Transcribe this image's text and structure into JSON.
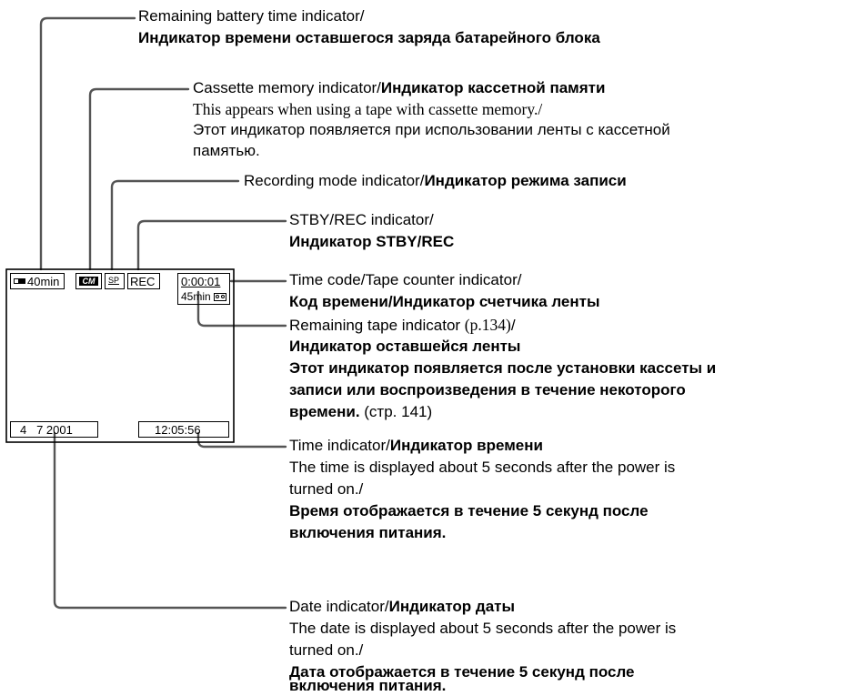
{
  "screen": {
    "battery": "40min",
    "cassette_memory": "CM",
    "mode": "SP",
    "rec": "REC",
    "time_code": "0:00:01",
    "remaining_tape": "45min",
    "date": "4   7 2001",
    "time": "12:05:56"
  },
  "callouts": {
    "battery": {
      "en": "Remaining battery time indicator/",
      "ru": "Индикатор времени оставшегося заряда батарейного блока"
    },
    "cassette_memory": {
      "en": "Cassette memory indicator/",
      "ru": "Индикатор кассетной памяти",
      "note_en": "This appears when using a tape with cassette memory./",
      "note_ru_1": "Этот индикатор появляется при использовании ленты с кассетной",
      "note_ru_2": "памятью."
    },
    "recording_mode": {
      "en": "Recording mode indicator/",
      "ru": "Индикатор режима записи"
    },
    "stby_rec": {
      "en": "STBY/REC indicator/",
      "ru": "Индикатор STBY/REC"
    },
    "time_code": {
      "en": "Time code/Tape counter indicator/",
      "ru": "Код времени/Индикатор счетчика ленты"
    },
    "remaining_tape": {
      "en": "Remaining tape indicator ",
      "en_ref": "(p.134)",
      "en_slash": "/",
      "ru": "Индикатор оставшейся ленты",
      "note_ru_1": "Этот индикатор появляется после установки кассеты и",
      "note_ru_2": "записи или воспроизведения в течение некоторого",
      "note_ru_3": "времени.",
      "note_ru_ref": " (стр. 141)"
    },
    "time": {
      "en": "Time indicator/",
      "ru": "Индикатор времени",
      "note_en_1": "The time is displayed about 5 seconds after the power is",
      "note_en_2": "turned on./",
      "note_ru_1": "Время отображается в течение 5 секунд после",
      "note_ru_2": "включения питания."
    },
    "date": {
      "en": "Date indicator/",
      "ru": "Индикатор даты",
      "note_en_1": "The date is displayed about 5 seconds after the power is",
      "note_en_2": "turned on./",
      "note_ru_1": "Дата отображается в течение 5 секунд после",
      "note_ru_2": "включения питания."
    }
  }
}
